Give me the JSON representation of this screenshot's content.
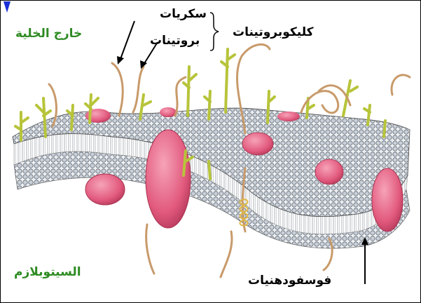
{
  "labels": {
    "outside": "خارج الخلية",
    "cytoplasm": "السيتوبلازم",
    "sugars": "سكريات",
    "proteins": "بروتينات",
    "glycoproteins": "كليكوبروتينات",
    "phospholipids": "فوسفودهنيات"
  },
  "colors": {
    "region_label": "#2e8b22",
    "term_label": "#000000",
    "protein": "#e25a7e",
    "lipid_head": "#c9d0d8",
    "sugar_chain": "#b7c43a",
    "marker": "#1a2fd6"
  }
}
